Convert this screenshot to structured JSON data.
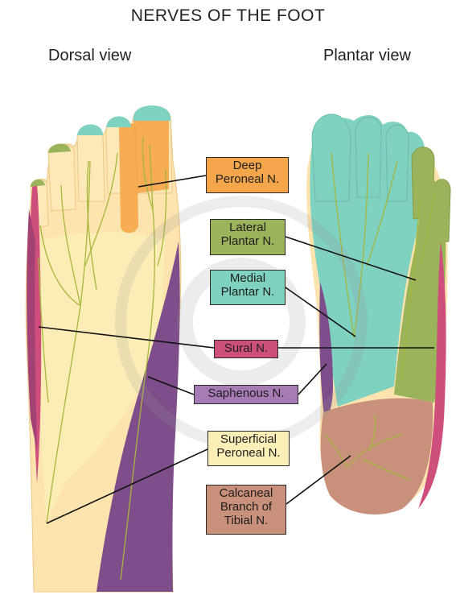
{
  "title": "NERVES OF THE FOOT",
  "views": {
    "dorsal": "Dorsal view",
    "plantar": "Plantar view"
  },
  "labels": {
    "deep_peroneal": [
      "Deep",
      "Peroneal N."
    ],
    "lateral_plantar": [
      "Lateral",
      "Plantar N."
    ],
    "medial_plantar": [
      "Medial",
      "Plantar N."
    ],
    "sural": [
      "Sural N."
    ],
    "saphenous": [
      "Saphenous N."
    ],
    "superficial_peroneal": [
      "Superficial",
      "Peroneal N."
    ],
    "calcaneal": [
      "Calcaneal",
      "Branch of",
      "Tibial N."
    ]
  },
  "colors": {
    "skin": "#fde3ad",
    "deep_peroneal": "#f6a64a",
    "lateral_plantar": "#9bb35a",
    "medial_plantar": "#7fd1c0",
    "sural": "#cf4f7c",
    "saphenous": "#7d4e8a",
    "superficial_peroneal": "#fbefb8",
    "calcaneal": "#c9907c",
    "nerve_line": "#a5b73c"
  }
}
